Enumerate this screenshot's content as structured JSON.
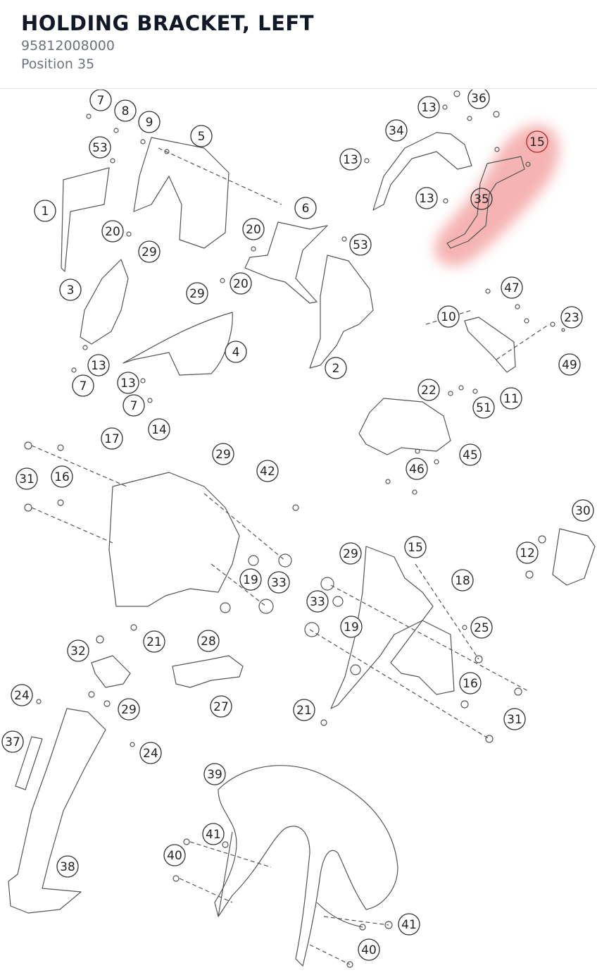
{
  "header": {
    "title": "HOLDING BRACKET, LEFT",
    "part_number": "95812008000",
    "position": "Position 35"
  },
  "highlight": {
    "callout": "35",
    "color": "#f4a5a5"
  },
  "callouts": [
    {
      "id": "c7a",
      "label": "7"
    },
    {
      "id": "c8",
      "label": "8"
    },
    {
      "id": "c9",
      "label": "9"
    },
    {
      "id": "c53a",
      "label": "53"
    },
    {
      "id": "c5",
      "label": "5"
    },
    {
      "id": "c1",
      "label": "1"
    },
    {
      "id": "c20a",
      "label": "20"
    },
    {
      "id": "c29a",
      "label": "29"
    },
    {
      "id": "c3",
      "label": "3"
    },
    {
      "id": "c13a",
      "label": "13"
    },
    {
      "id": "c7b",
      "label": "7"
    },
    {
      "id": "c29b",
      "label": "29"
    },
    {
      "id": "c20b",
      "label": "20"
    },
    {
      "id": "c4",
      "label": "4"
    },
    {
      "id": "c13b",
      "label": "13"
    },
    {
      "id": "c7c",
      "label": "7"
    },
    {
      "id": "c6",
      "label": "6"
    },
    {
      "id": "c20c",
      "label": "20"
    },
    {
      "id": "c53b",
      "label": "53"
    },
    {
      "id": "c2",
      "label": "2"
    },
    {
      "id": "c13c",
      "label": "13"
    },
    {
      "id": "c36",
      "label": "36"
    },
    {
      "id": "c34",
      "label": "34"
    },
    {
      "id": "c13d",
      "label": "13"
    },
    {
      "id": "c15h",
      "label": "15"
    },
    {
      "id": "c13e",
      "label": "13"
    },
    {
      "id": "c35",
      "label": "35"
    },
    {
      "id": "c47",
      "label": "47"
    },
    {
      "id": "c10",
      "label": "10"
    },
    {
      "id": "c23",
      "label": "23"
    },
    {
      "id": "c49",
      "label": "49"
    },
    {
      "id": "c22",
      "label": "22"
    },
    {
      "id": "c11",
      "label": "11"
    },
    {
      "id": "c51",
      "label": "51"
    },
    {
      "id": "c45",
      "label": "45"
    },
    {
      "id": "c46",
      "label": "46"
    },
    {
      "id": "c17",
      "label": "17"
    },
    {
      "id": "c14",
      "label": "14"
    },
    {
      "id": "c29c",
      "label": "29"
    },
    {
      "id": "c42",
      "label": "42"
    },
    {
      "id": "c31a",
      "label": "31"
    },
    {
      "id": "c16a",
      "label": "16"
    },
    {
      "id": "c19a",
      "label": "19"
    },
    {
      "id": "c33a",
      "label": "33"
    },
    {
      "id": "c21a",
      "label": "21"
    },
    {
      "id": "c30",
      "label": "30"
    },
    {
      "id": "c12",
      "label": "12"
    },
    {
      "id": "c29d",
      "label": "29"
    },
    {
      "id": "c15",
      "label": "15"
    },
    {
      "id": "c18",
      "label": "18"
    },
    {
      "id": "c33b",
      "label": "33"
    },
    {
      "id": "c19b",
      "label": "19"
    },
    {
      "id": "c25",
      "label": "25"
    },
    {
      "id": "c16b",
      "label": "16"
    },
    {
      "id": "c31b",
      "label": "31"
    },
    {
      "id": "c21b",
      "label": "21"
    },
    {
      "id": "c32",
      "label": "32"
    },
    {
      "id": "c28",
      "label": "28"
    },
    {
      "id": "c24a",
      "label": "24"
    },
    {
      "id": "c29e",
      "label": "29"
    },
    {
      "id": "c27",
      "label": "27"
    },
    {
      "id": "c37",
      "label": "37"
    },
    {
      "id": "c24b",
      "label": "24"
    },
    {
      "id": "c38",
      "label": "38"
    },
    {
      "id": "c39",
      "label": "39"
    },
    {
      "id": "c41a",
      "label": "41"
    },
    {
      "id": "c40a",
      "label": "40"
    },
    {
      "id": "c41b",
      "label": "41"
    },
    {
      "id": "c40b",
      "label": "40"
    }
  ]
}
